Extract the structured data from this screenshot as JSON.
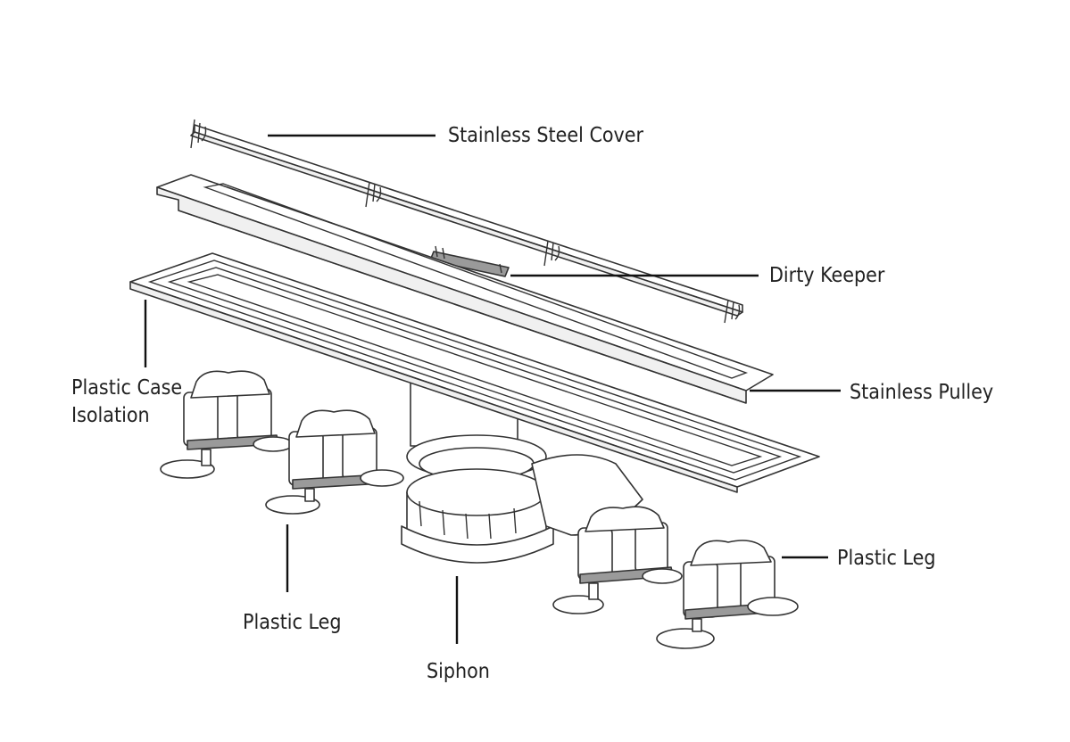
{
  "labels": {
    "cover": "Stainless Steel Cover",
    "keeper": "Dirty Keeper",
    "pulley": "Stainless Pulley",
    "case_line1": "Plastic Case",
    "case_line2": "Isolation",
    "leg_left": "Plastic Leg",
    "leg_right": "Plastic Leg",
    "siphon": "Siphon"
  },
  "colors": {
    "line": "#333333",
    "text": "#222222",
    "background": "#ffffff"
  }
}
